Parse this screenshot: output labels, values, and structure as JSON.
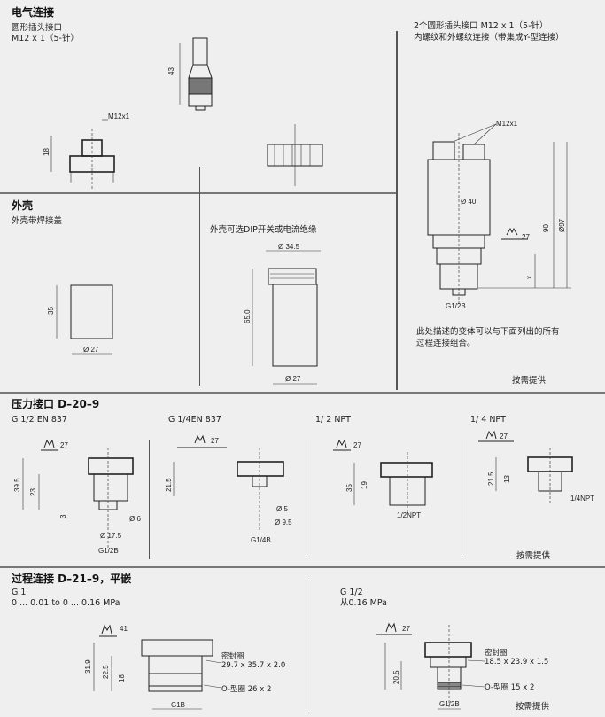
{
  "electrical": {
    "title": "电气连接",
    "single": {
      "line1": "圆形插头接口",
      "line2": "M12 x 1（5-针）",
      "dim_height": "43",
      "dim_thread": "M12x1",
      "dim_18": "18"
    },
    "double": {
      "line1": "2个圆形插头接口 M12 x 1（5-针）",
      "line2": "内螺纹和外螺纹连接（带集成Y-型连接）",
      "dim_thread": "M12x1",
      "dim_dia": "Ø 40",
      "dim_wrench": "27",
      "dim_90": "90",
      "dim_total": "Ø97",
      "dim_x": "x",
      "dim_thread2": "G1/2B",
      "note1": "此处描述的变体可以与下面列出的所有",
      "note2": "过程连接组合。",
      "on_request": "按需提供"
    }
  },
  "housing": {
    "title": "外壳",
    "welded": {
      "label": "外壳带焊接盖",
      "dim_h": "35",
      "dim_d": "Ø 27"
    },
    "dip": {
      "label": "外壳可选DIP开关或电流绝缘",
      "dim_top": "Ø 34.5",
      "dim_h": "65.0",
      "dim_d": "Ø 27"
    }
  },
  "pressure": {
    "title": "压力接口 D–20–9",
    "variants": [
      {
        "label": "G 1/2 EN 837",
        "wrench": "27",
        "dims": [
          "39.5",
          "23",
          "3",
          "Ø 6",
          "Ø 17.5",
          "G1/2B"
        ]
      },
      {
        "label": "G 1/4EN 837",
        "wrench": "27",
        "dims": [
          "21.5",
          "Ø 5",
          "Ø 9.5",
          "G1/4B"
        ]
      },
      {
        "label": "1/ 2 NPT",
        "wrench": "27",
        "dims": [
          "35",
          "19",
          "1/2NPT"
        ]
      },
      {
        "label": "1/ 4 NPT",
        "wrench": "27",
        "dims": [
          "21.5",
          "13",
          "1/4NPT"
        ]
      }
    ],
    "on_request": "按需提供"
  },
  "process": {
    "title": "过程连接 D–21–9，平嵌",
    "g1": {
      "label": "G 1",
      "range": "0 ... 0.01 to 0 ... 0.16 MPa",
      "wrench": "41",
      "dims": [
        "31.9",
        "22.5",
        "18",
        "G1B"
      ],
      "seal_label": "密封圈",
      "seal_size": "29.7 x 35.7 x 2.0",
      "oring": "O-型圈 26 x 2"
    },
    "g12": {
      "label": "G 1/2",
      "range": "从0.16 MPa",
      "wrench": "27",
      "dims": [
        "20.5",
        "G1/2B"
      ],
      "seal_label": "密封圈",
      "seal_size": "18.5 x 23.9 x 1.5",
      "oring": "O-型圈 15 x 2"
    },
    "on_request": "按需提供"
  }
}
